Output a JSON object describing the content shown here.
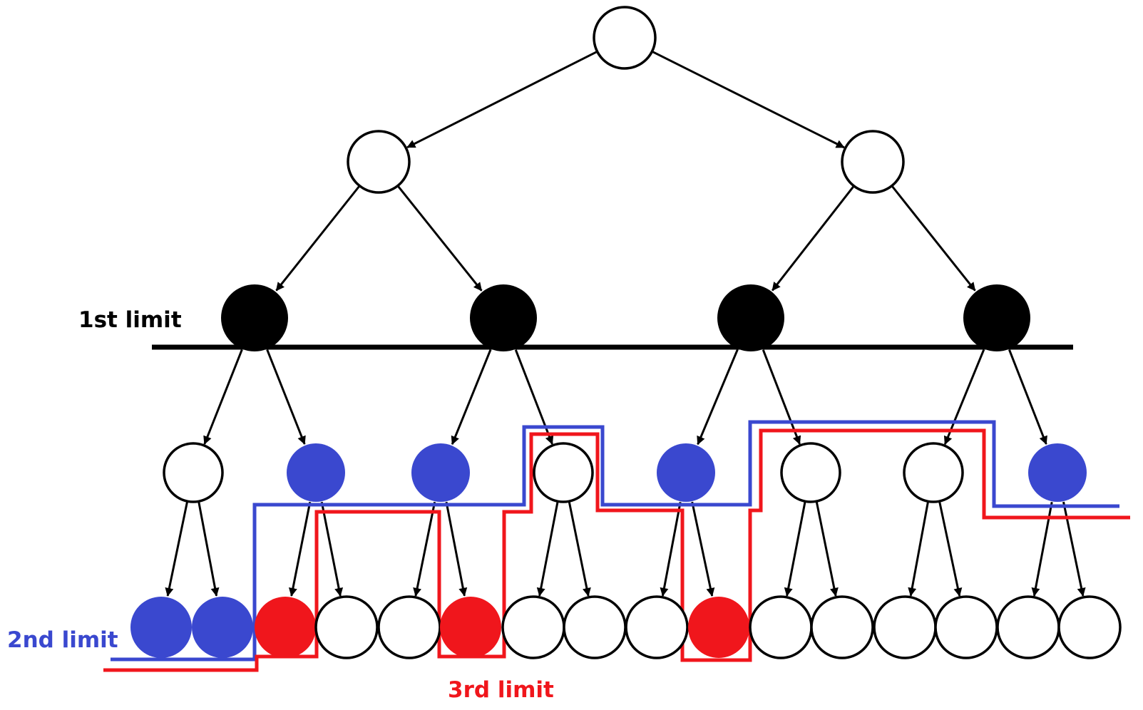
{
  "labels": {
    "first_limit": "1st limit",
    "second_limit": "2nd limit",
    "third_limit": "3rd limit"
  },
  "colors": {
    "node_white": "#ffffff",
    "node_black": "#000000",
    "node_blue": "#3a48cf",
    "node_red": "#f0161c",
    "line_blue": "#3a48cf",
    "line_red": "#f0161c",
    "edge": "#000000"
  },
  "tree": {
    "levels": [
      [
        "white"
      ],
      [
        "white",
        "white"
      ],
      [
        "black",
        "black",
        "black",
        "black"
      ],
      [
        "white",
        "blue",
        "blue",
        "white",
        "blue",
        "white",
        "white",
        "blue"
      ],
      [
        "blue",
        "blue",
        "red",
        "white",
        "white",
        "red",
        "white",
        "white",
        "white",
        "red",
        "white",
        "white",
        "white",
        "white",
        "white",
        "white"
      ]
    ]
  }
}
